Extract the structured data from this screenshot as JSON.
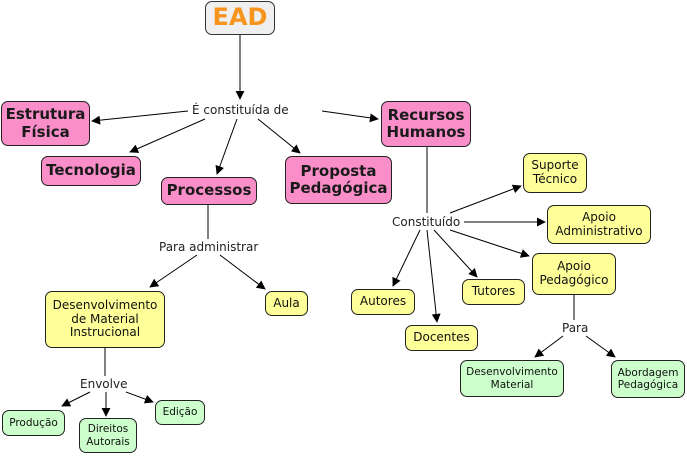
{
  "colors": {
    "root_bg": "#efefef",
    "root_text": "#f7941d",
    "level1_bg": "#f98ec8",
    "level2_bg": "#ffff99",
    "level3_bg": "#ccffcc"
  },
  "nodes": {
    "ead": "EAD",
    "estrutura_fisica": "Estrutura\nFísica",
    "tecnologia": "Tecnologia",
    "processos": "Processos",
    "proposta_pedagogica": "Proposta\nPedagógica",
    "recursos_humanos": "Recursos\nHumanos",
    "suporte_tecnico": "Suporte\nTécnico",
    "apoio_administrativo": "Apoio\nAdministrativo",
    "apoio_pedagogico": "Apoio\nPedagógico",
    "autores": "Autores",
    "tutores": "Tutores",
    "docentes": "Docentes",
    "aula": "Aula",
    "desenvolvimento_material_instrucional": "Desenvolvimento\nde Material\nInstrucional",
    "desenvolvimento_material": "Desenvolvimento\nMaterial",
    "abordagem_pedagogica": "Abordagem\nPedagógica",
    "producao": "Produção",
    "direitos_autorais": "Direitos\nAutorais",
    "edicao": "Edição"
  },
  "link_labels": {
    "e_constituida_de": "É constituída de",
    "para_administrar": "Para administrar",
    "constituido": "Constituído",
    "para": "Para",
    "envolve": "Envolve"
  }
}
